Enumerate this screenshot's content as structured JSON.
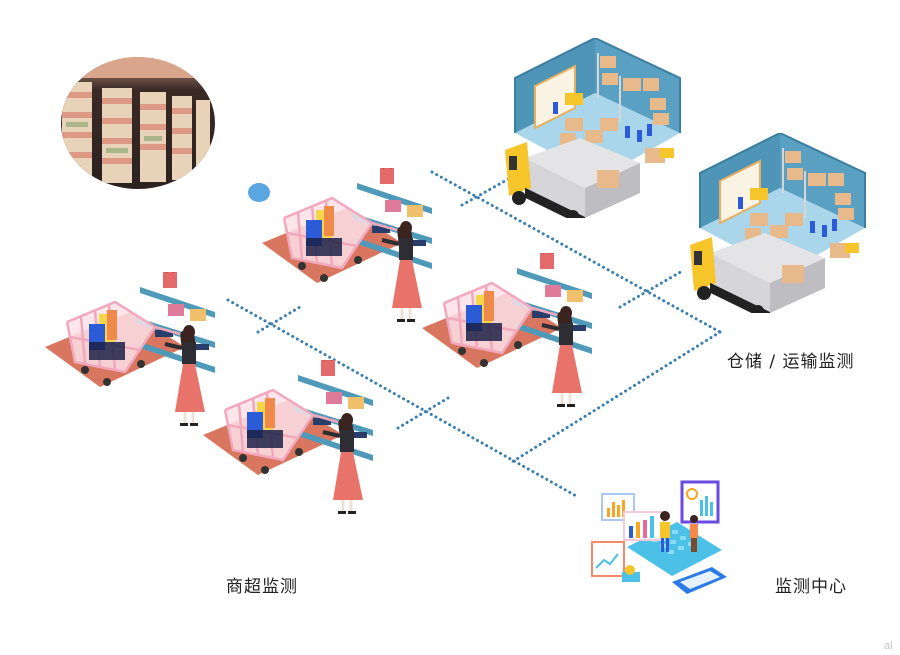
{
  "diagram": {
    "labels": {
      "warehouse_transport": "仓储 / 运输监测",
      "supermarket": "商超监测",
      "monitoring_center": "监测中心"
    },
    "watermark": "al",
    "colors": {
      "connector_dots": "#3a7fae",
      "dot_marker": "#5aa6e0",
      "floor_mat": "#d9765f",
      "shelf": "#4f9ab8",
      "cart_frame": "#f2b6c6",
      "skirt": "#e8736a",
      "warehouse_wall": "#4e95b8",
      "warehouse_floor": "#a9d6ea",
      "truck_cab": "#f5c52a"
    },
    "nodes": [
      {
        "id": "fridge-photo",
        "type": "photo",
        "description": "supermarket refrigerated display cases (oval)"
      },
      {
        "id": "shopper-1",
        "type": "shopper-cart-shelf",
        "group": "supermarket"
      },
      {
        "id": "shopper-2",
        "type": "shopper-cart-shelf",
        "group": "supermarket"
      },
      {
        "id": "shopper-3",
        "type": "shopper-cart-shelf",
        "group": "supermarket"
      },
      {
        "id": "shopper-4",
        "type": "shopper-cart-shelf",
        "group": "supermarket"
      },
      {
        "id": "warehouse-1",
        "type": "warehouse-truck",
        "group": "warehouse_transport"
      },
      {
        "id": "warehouse-2",
        "type": "warehouse-truck",
        "group": "warehouse_transport"
      },
      {
        "id": "monitor-center",
        "type": "dashboard-illustration",
        "group": "monitoring_center"
      }
    ]
  }
}
